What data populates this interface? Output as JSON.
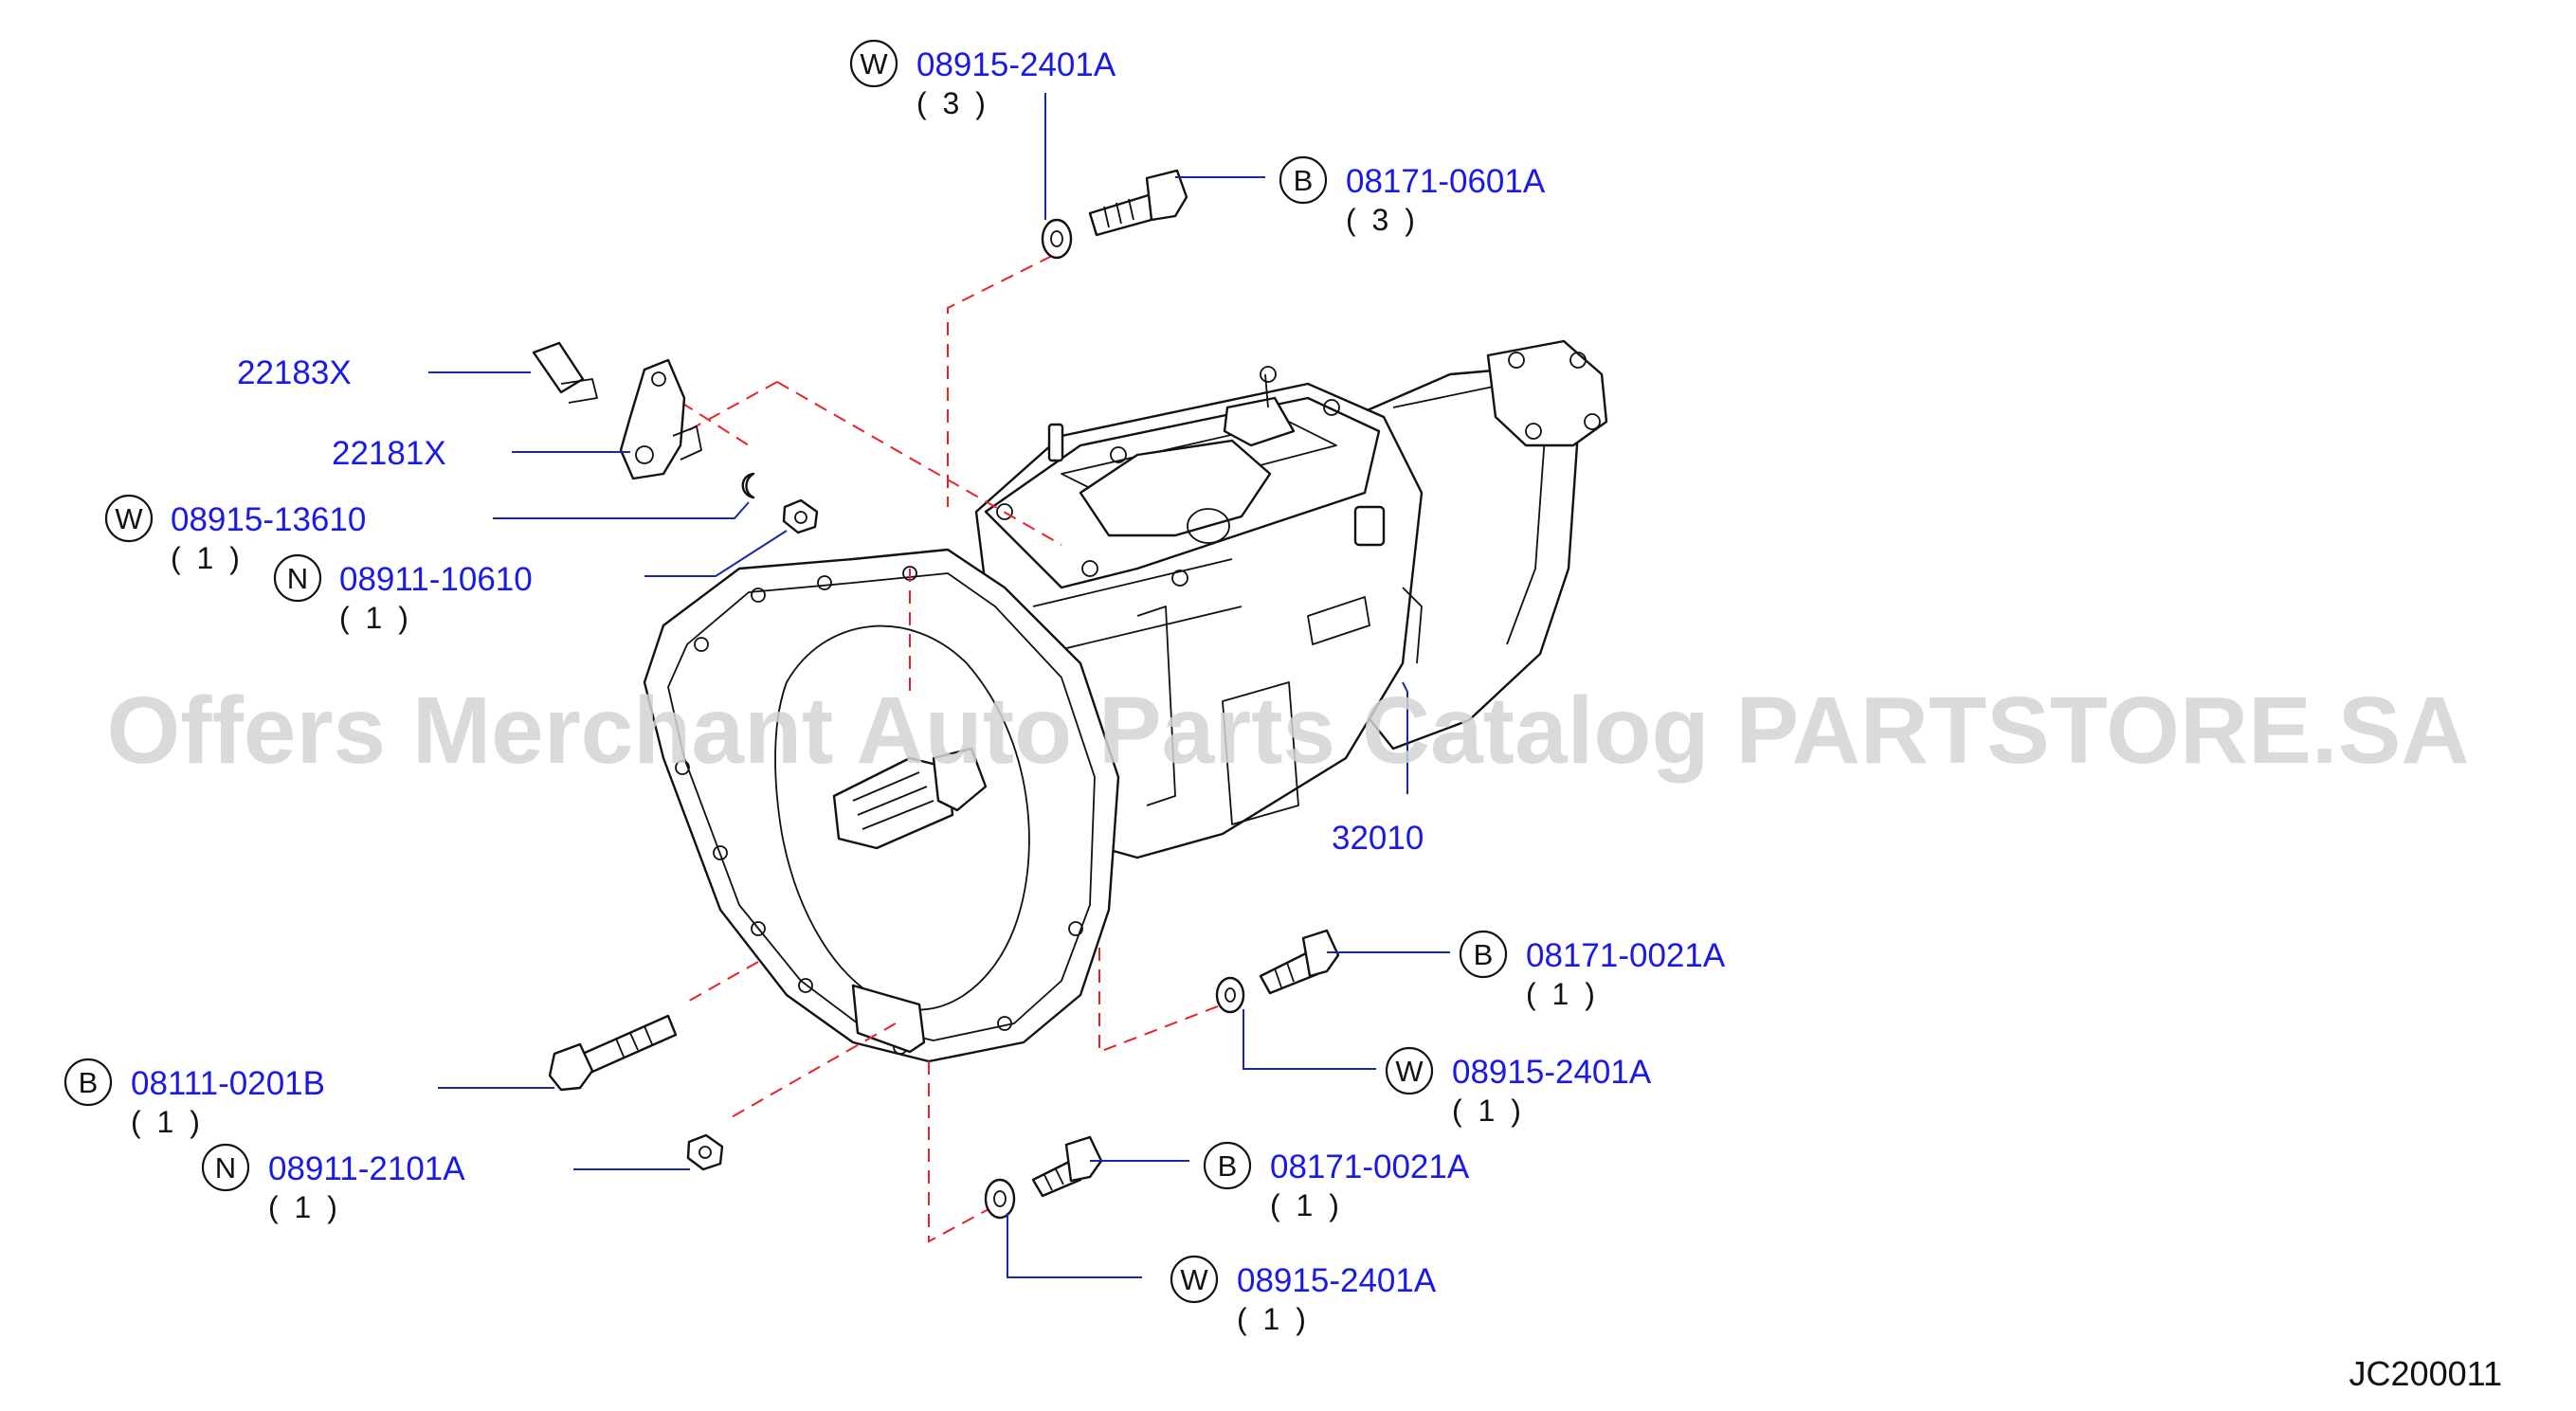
{
  "watermark": "Offers Merchant Auto Parts Catalog PARTSTORE.SA",
  "diagram_code": "JC200011",
  "callouts": {
    "w_top": {
      "badge": "W",
      "part": "08915-2401A",
      "qty": "( 3 )"
    },
    "b_top": {
      "badge": "B",
      "part": "08171-0601A",
      "qty": "( 3 )"
    },
    "p22183": {
      "part": "22183X"
    },
    "p22181": {
      "part": "22181X"
    },
    "w_13610": {
      "badge": "W",
      "part": "08915-13610",
      "qty": "( 1 )"
    },
    "n_10610": {
      "badge": "N",
      "part": "08911-10610",
      "qty": "( 1 )"
    },
    "p32010": {
      "part": "32010"
    },
    "b_0021_upper": {
      "badge": "B",
      "part": "08171-0021A",
      "qty": "( 1 )"
    },
    "w_2401_mid": {
      "badge": "W",
      "part": "08915-2401A",
      "qty": "( 1 )"
    },
    "b_0201": {
      "badge": "B",
      "part": "08111-0201B",
      "qty": "( 1 )"
    },
    "n_2101": {
      "badge": "N",
      "part": "08911-2101A",
      "qty": "( 1 )"
    },
    "b_0021_lower": {
      "badge": "B",
      "part": "08171-0021A",
      "qty": "( 1 )"
    },
    "w_2401_bottom": {
      "badge": "W",
      "part": "08915-2401A",
      "qty": "( 1 )"
    }
  }
}
